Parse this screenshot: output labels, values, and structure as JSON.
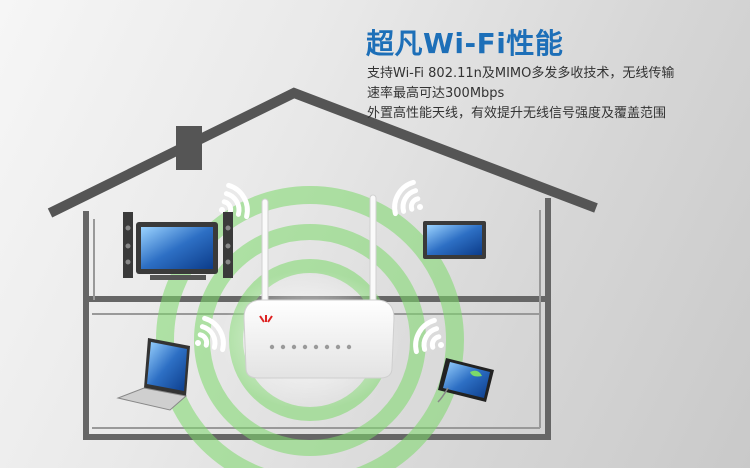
{
  "headline": "超凡Wi-Fi性能",
  "description": {
    "line1": "支持Wi-Fi 802.11n及MIMO多发多收技术，无线传输",
    "line2": "速率最高可达300Mbps",
    "line3": "外置高性能天线，有效提升无线信号强度及覆盖范围"
  },
  "router": {
    "brand_logo": "huawei-logo",
    "indicator_count": 8
  },
  "colors": {
    "headline": "#1d6fb8",
    "house_outline": "#555555",
    "signal_green": "#7cd96a",
    "device_blue": "#2d6fc4"
  },
  "icons": [
    "wifi-icon",
    "tv-icon",
    "speaker-icon",
    "monitor-icon",
    "laptop-icon",
    "smartphone-icon",
    "router-icon"
  ]
}
